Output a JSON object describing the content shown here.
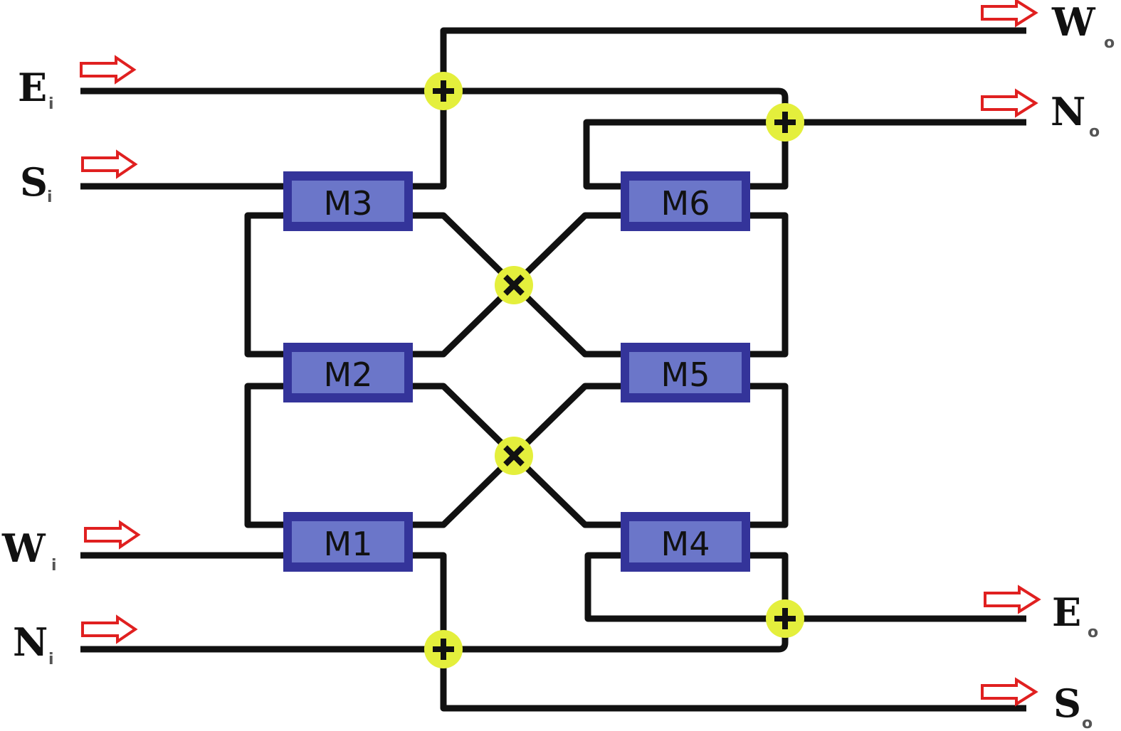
{
  "colors": {
    "wire": "#111111",
    "module_border": "#34349a",
    "module_fill": "#6b76c9",
    "node_fill": "#e4ef3c",
    "arrow": "#e02020"
  },
  "inputs": [
    {
      "id": "E_i",
      "letter": "E",
      "sub": "i",
      "icon": "arrow-right-icon"
    },
    {
      "id": "S_i",
      "letter": "S",
      "sub": "i",
      "icon": "arrow-right-icon"
    },
    {
      "id": "W_i",
      "letter": "W",
      "sub": "i",
      "icon": "arrow-right-icon"
    },
    {
      "id": "N_i",
      "letter": "N",
      "sub": "i",
      "icon": "arrow-right-icon"
    }
  ],
  "outputs": [
    {
      "id": "W_o",
      "letter": "W",
      "sub": "o",
      "icon": "arrow-right-icon"
    },
    {
      "id": "N_o",
      "letter": "N",
      "sub": "o",
      "icon": "arrow-right-icon"
    },
    {
      "id": "E_o",
      "letter": "E",
      "sub": "o",
      "icon": "arrow-right-icon"
    },
    {
      "id": "S_o",
      "letter": "S",
      "sub": "o",
      "icon": "arrow-right-icon"
    }
  ],
  "modules": [
    {
      "id": "M1",
      "label": "M1"
    },
    {
      "id": "M2",
      "label": "M2"
    },
    {
      "id": "M3",
      "label": "M3"
    },
    {
      "id": "M4",
      "label": "M4"
    },
    {
      "id": "M5",
      "label": "M5"
    },
    {
      "id": "M6",
      "label": "M6"
    }
  ],
  "nodes": [
    {
      "id": "adder-top-left",
      "op": "+",
      "icon": "plus-icon"
    },
    {
      "id": "adder-top-right",
      "op": "+",
      "icon": "plus-icon"
    },
    {
      "id": "mult-upper",
      "op": "×",
      "icon": "multiply-icon"
    },
    {
      "id": "mult-lower",
      "op": "×",
      "icon": "multiply-icon"
    },
    {
      "id": "adder-bottom-right",
      "op": "+",
      "icon": "plus-icon"
    },
    {
      "id": "adder-bottom-left",
      "op": "+",
      "icon": "plus-icon"
    }
  ]
}
